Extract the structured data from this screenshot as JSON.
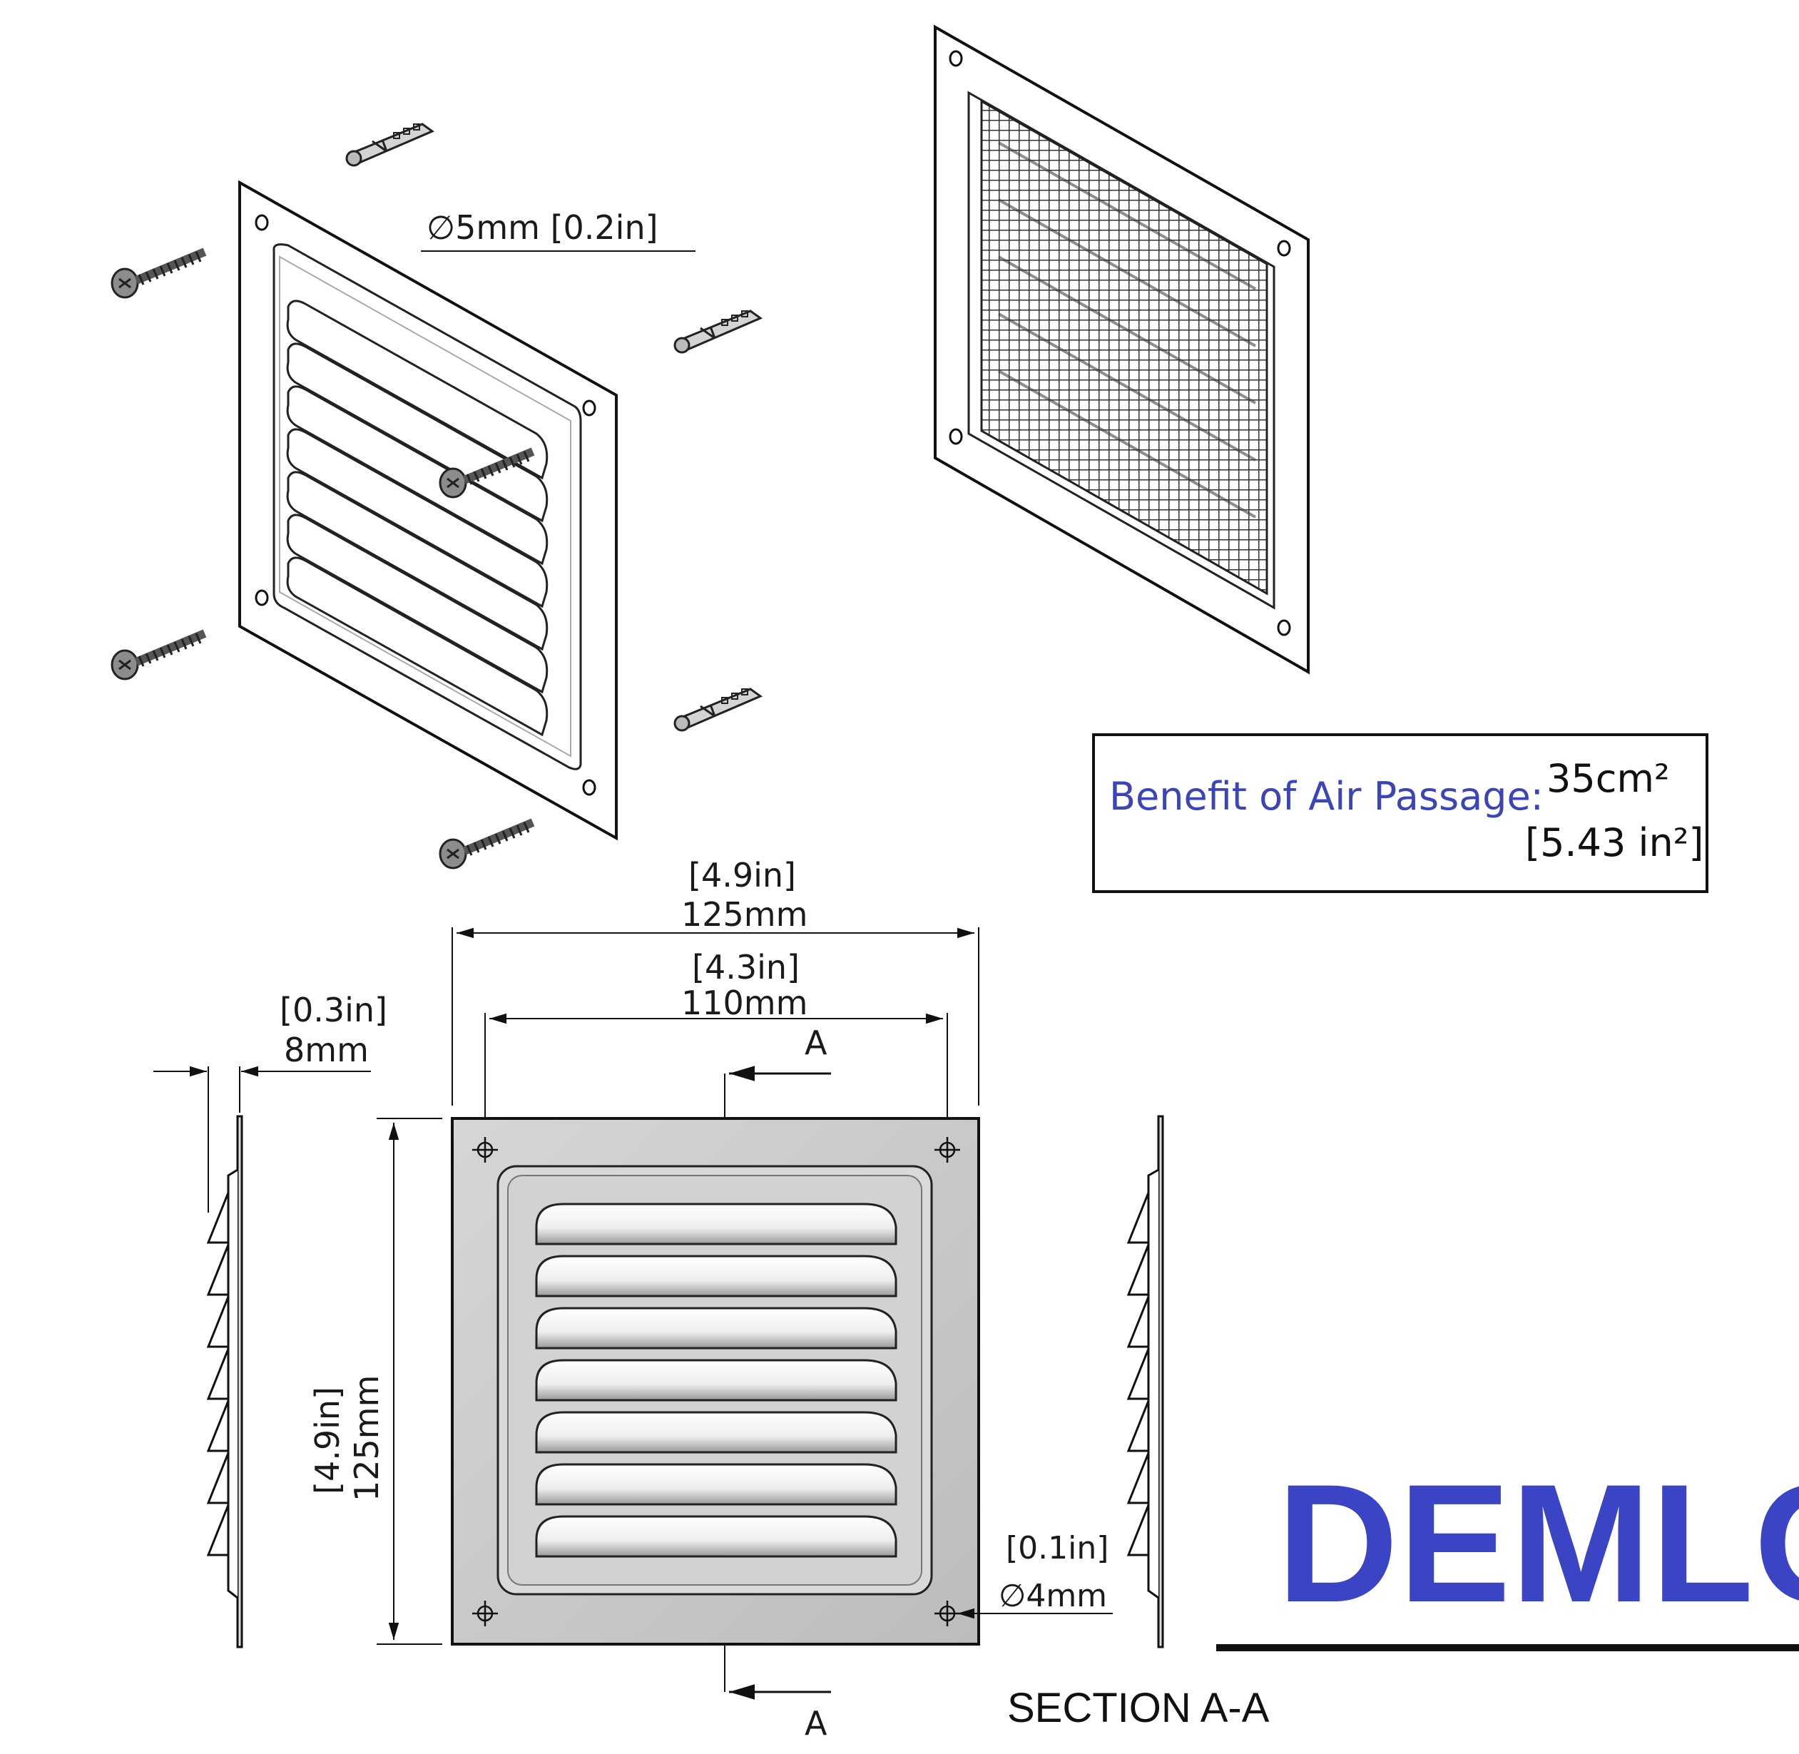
{
  "labels": {
    "hole_diameter_iso": "∅5mm [0.2in]",
    "overall_width_in": "[4.9in]",
    "overall_width_mm": "125mm",
    "inner_width_in": "[4.3in]",
    "inner_width_mm": "110mm",
    "depth_in": "[0.3in]",
    "depth_mm": "8mm",
    "height_in": "[4.9in]",
    "height_mm": "125mm",
    "hole_in": "[0.1in]",
    "hole_mm": "∅4mm",
    "section_marker_top": "A",
    "section_marker_bottom": "A",
    "section_title": "SECTION A-A"
  },
  "benefit": {
    "label": "Benefit of Air Passage:",
    "value_cm": "35cm²",
    "value_in": "[5.43 in²]"
  },
  "brand": {
    "name": "DEMLOU",
    "color": "#3a44c4"
  },
  "colors": {
    "accent_text": "#3b45b8",
    "plate_fill": "#c8c8c8",
    "louver_fill": "#f0f0f0"
  }
}
